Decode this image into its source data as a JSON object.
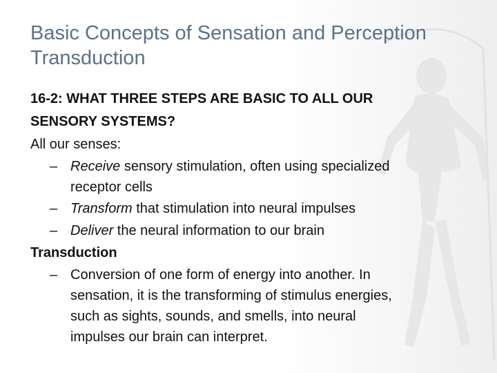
{
  "slide": {
    "title_line1": "Basic Concepts of Sensation and Perception",
    "title_line2": "Transduction",
    "question_line1": "16-2: WHAT THREE STEPS ARE BASIC TO ALL OUR",
    "question_line2": "SENSORY SYSTEMS?",
    "intro": "All our senses:",
    "bullets": [
      {
        "dash": "–",
        "em": "Receive",
        "rest_line1": " sensory stimulation, often using specialized",
        "rest_line2": "receptor cells"
      },
      {
        "dash": "–",
        "em": "Transform",
        "rest_line1": " that stimulation into neural impulses"
      },
      {
        "dash": "–",
        "em": "Deliver",
        "rest_line1": " the neural information to our brain"
      }
    ],
    "section_heading": "Transduction",
    "definition": {
      "dash": "–",
      "lines": [
        "Conversion of one form of energy into another. In",
        "sensation, it is the transforming of stimulus energies,",
        "such as sights, sounds, and smells, into neural",
        "impulses our brain can interpret."
      ]
    }
  }
}
